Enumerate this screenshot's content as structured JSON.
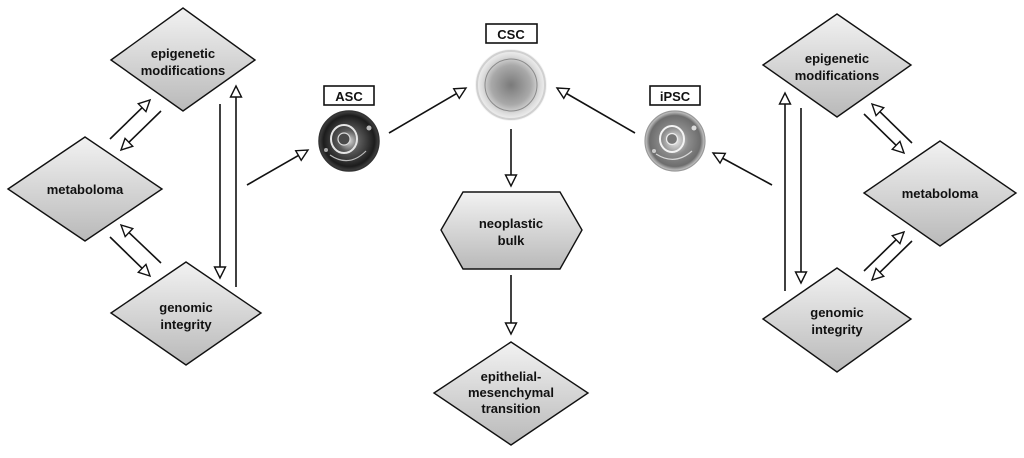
{
  "cells": {
    "csc": {
      "label": "CSC"
    },
    "asc": {
      "label": "ASC"
    },
    "ipsc": {
      "label": "iPSC"
    }
  },
  "left_cycle": {
    "epigenetic": [
      "epigenetic",
      "modifications"
    ],
    "metaboloma": [
      "metaboloma"
    ],
    "genomic": [
      "genomic",
      "integrity"
    ]
  },
  "right_cycle": {
    "epigenetic": [
      "epigenetic",
      "modifications"
    ],
    "metaboloma": [
      "metaboloma"
    ],
    "genomic": [
      "genomic",
      "integrity"
    ]
  },
  "center": {
    "neoplastic": [
      "neoplastic",
      "bulk"
    ],
    "emt": [
      "epithelial-",
      "mesenchymal",
      "transition"
    ]
  },
  "colors": {
    "shape_light": "#f2f2f2",
    "shape_dark": "#b9b9b9",
    "stroke": "#111111"
  }
}
